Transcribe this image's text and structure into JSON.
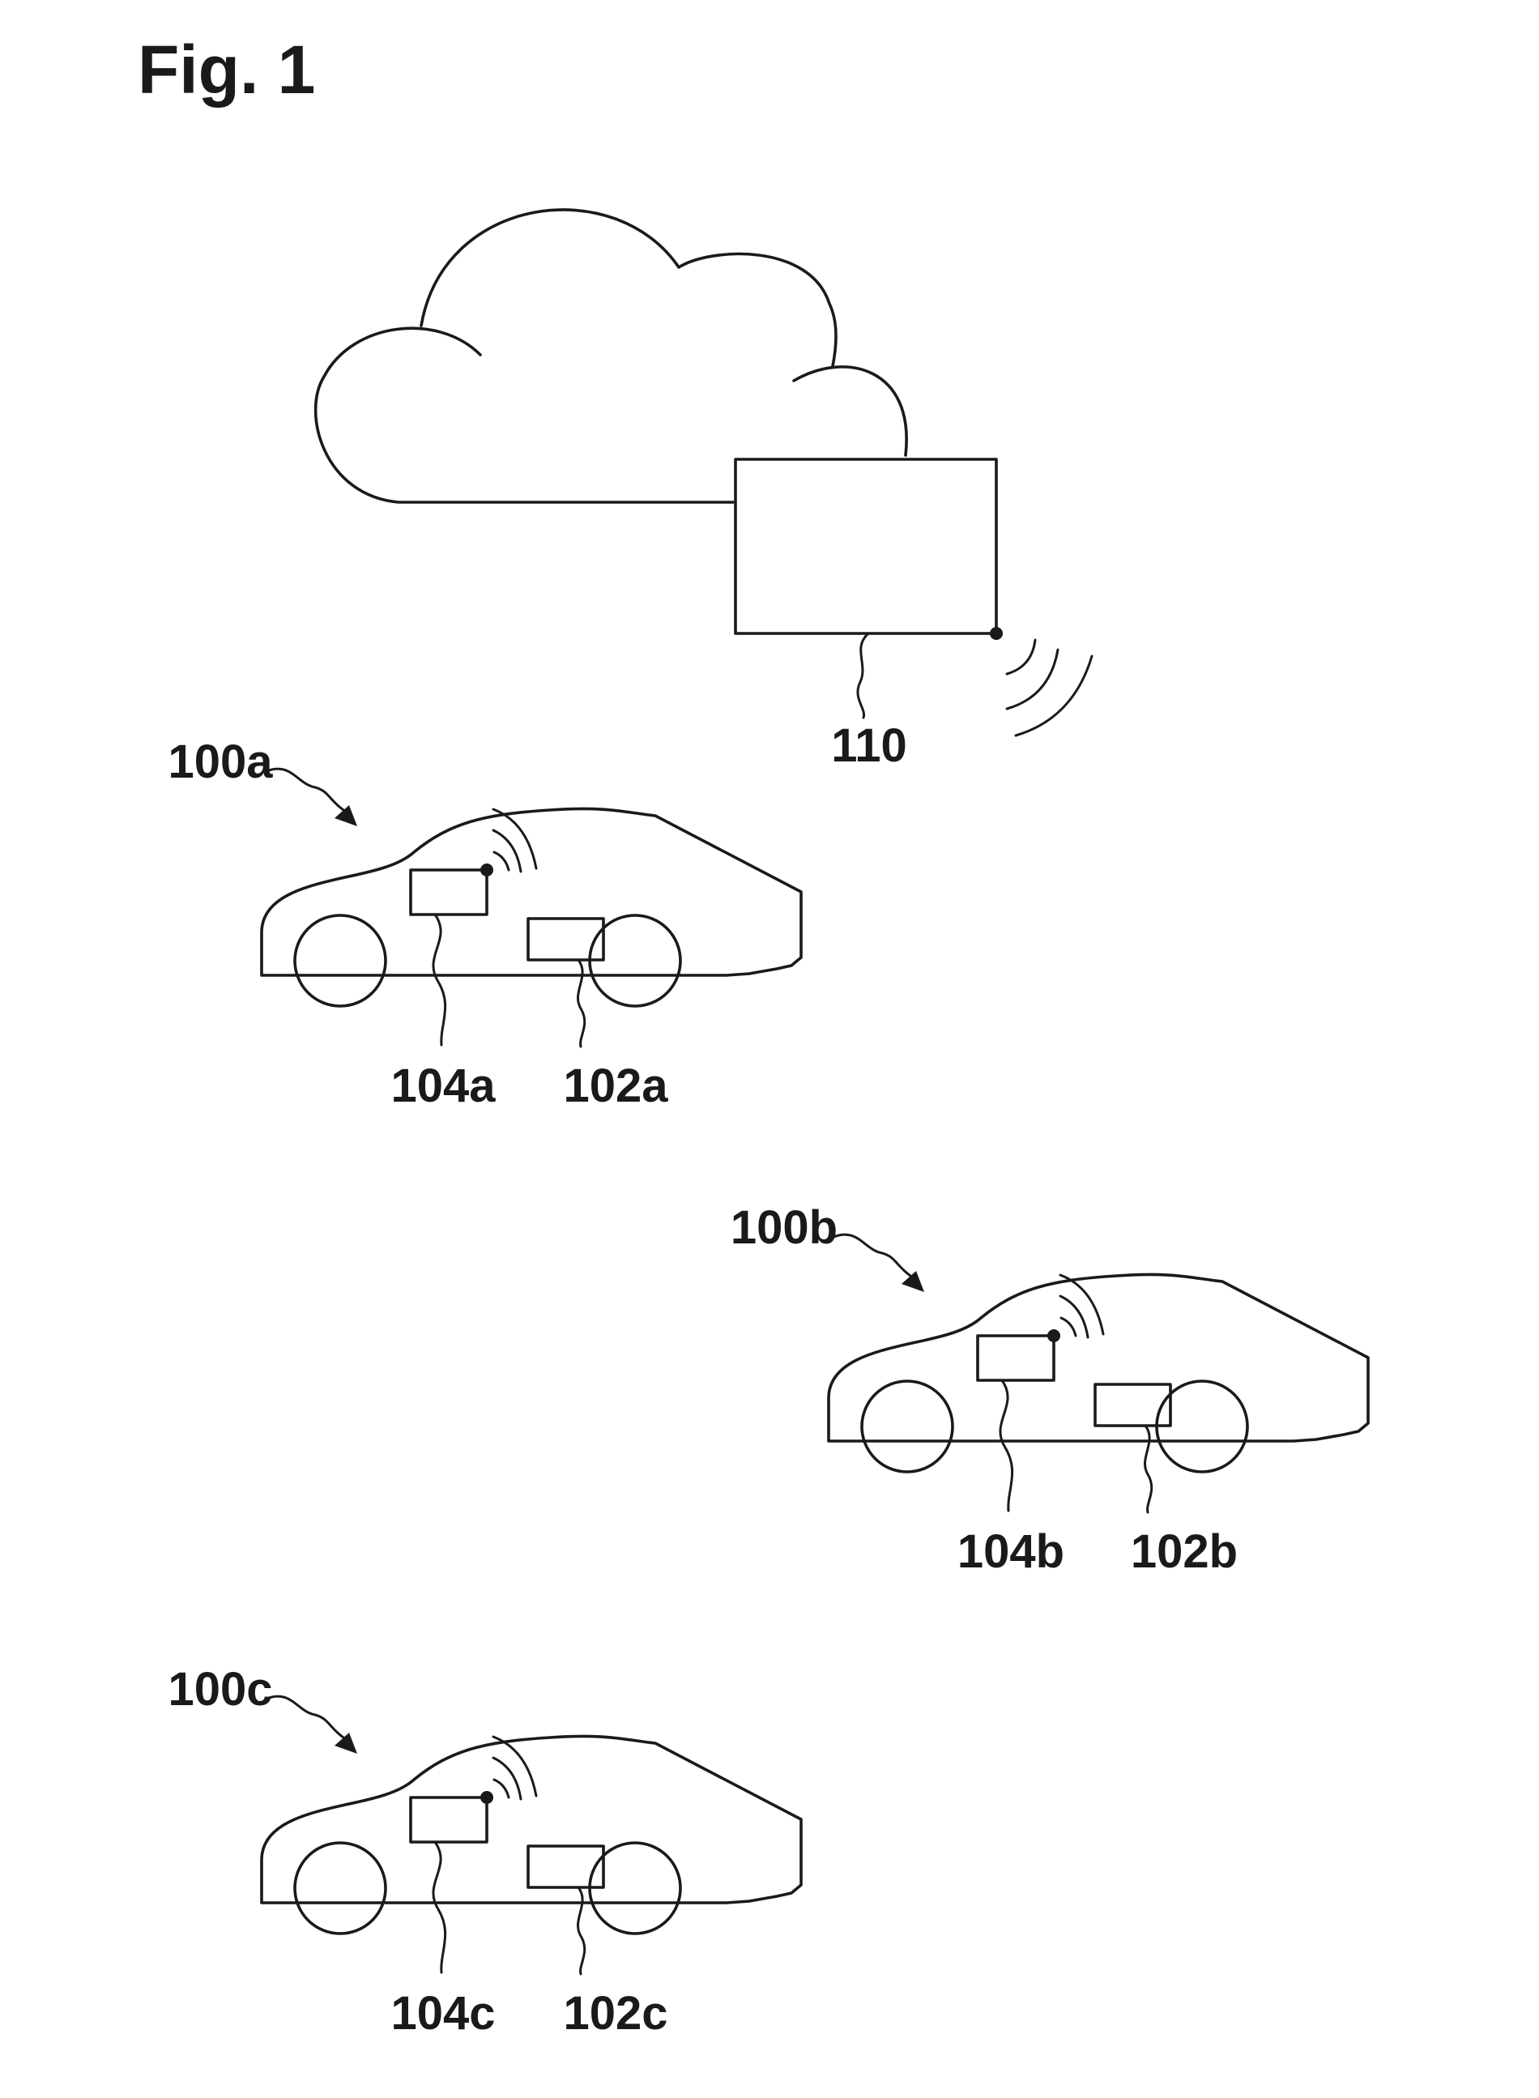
{
  "figure_title": "Fig. 1",
  "labels": {
    "server": "110",
    "vehicle_a": "100a",
    "vehicle_b": "100b",
    "vehicle_c": "100c",
    "comm_a": "104a",
    "unit_a": "102a",
    "comm_b": "104b",
    "unit_b": "102b",
    "comm_c": "104c",
    "unit_c": "102c"
  }
}
